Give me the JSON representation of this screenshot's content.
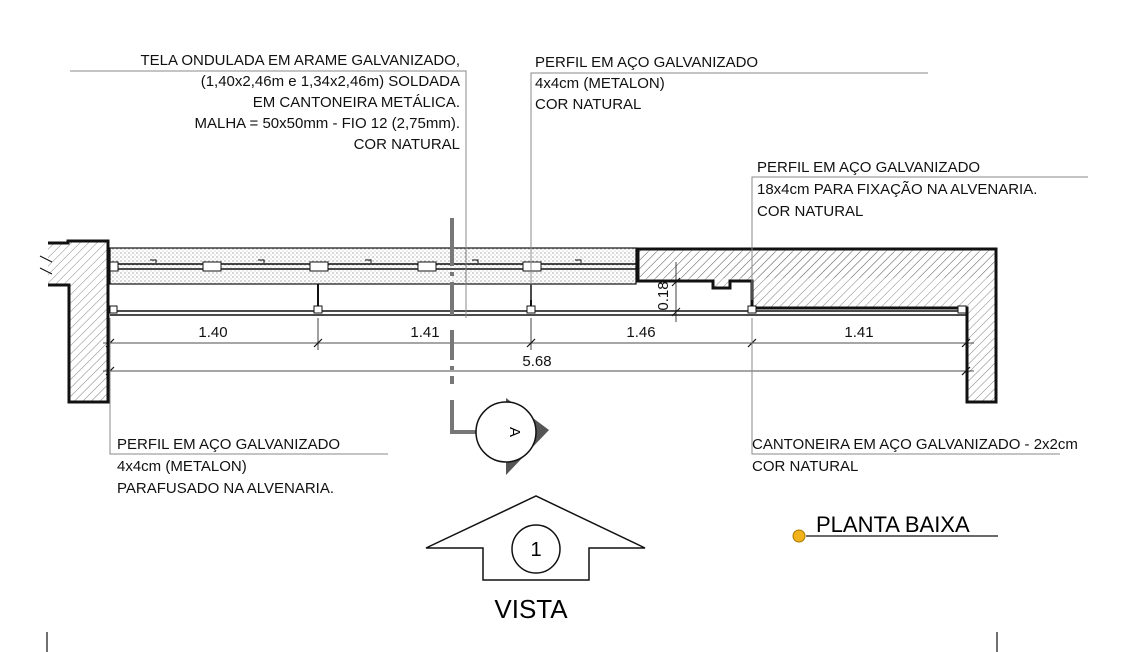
{
  "notes": {
    "tela": {
      "line1": "TELA ONDULADA EM ARAME GALVANIZADO,",
      "line2": "(1,40x2,46m e 1,34x2,46m) SOLDADA",
      "line3": "EM CANTONEIRA METÁLICA.",
      "line4": "MALHA = 50x50mm - FIO 12 (2,75mm).",
      "line5": "COR NATURAL"
    },
    "perfil_top": {
      "line1": "PERFIL EM AÇO GALVANIZADO",
      "line2": "4x4cm (METALON)",
      "line3": "COR NATURAL"
    },
    "perfil_right": {
      "line1": "PERFIL EM AÇO GALVANIZADO",
      "line2": "18x4cm PARA FIXAÇÃO NA ALVENARIA.",
      "line3": "COR NATURAL"
    },
    "perfil_bottom": {
      "line1": "PERFIL EM AÇO GALVANIZADO",
      "line2": "4x4cm (METALON)",
      "line3": "PARAFUSADO NA ALVENARIA."
    },
    "cantoneira": {
      "line1": "CANTONEIRA EM AÇO GALVANIZADO - 2x2cm",
      "line2": "COR NATURAL"
    }
  },
  "dimensions": {
    "d1": "1.40",
    "d2": "1.41",
    "d3": "1.46",
    "d4": "1.41",
    "total": "5.68",
    "thickness": "0.18"
  },
  "section_marker": {
    "label": "A"
  },
  "view_marker": {
    "number": "1",
    "label": "VISTA"
  },
  "title": {
    "text": "PLANTA BAIXA",
    "dot_color": "#f2b21b"
  },
  "colors": {
    "line": "#111111",
    "hatch": "#555555",
    "section_line": "#777777"
  }
}
